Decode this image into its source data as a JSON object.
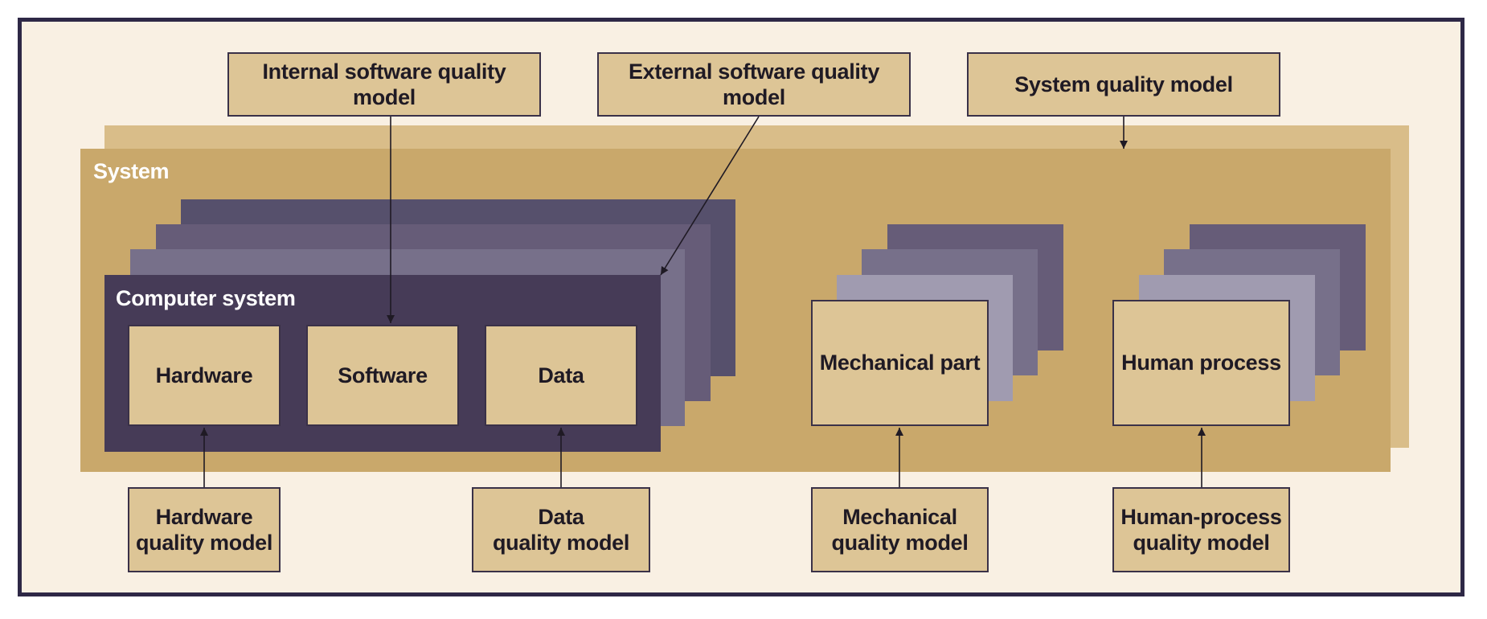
{
  "top_models": {
    "internal": "Internal software quality model",
    "external": "External software quality model",
    "system": "System quality model"
  },
  "system_label": "System",
  "computer_system": {
    "label": "Computer system",
    "hardware": "Hardware",
    "software": "Software",
    "data": "Data"
  },
  "mechanical_part": "Mechanical part",
  "human_process": "Human process",
  "bottom_models": {
    "hardware": {
      "line1": "Hardware",
      "line2": "quality model"
    },
    "data": {
      "line1": "Data",
      "line2": "quality model"
    },
    "mechanical": {
      "line1": "Mechanical",
      "line2": "quality model"
    },
    "human": {
      "line1": "Human-process",
      "line2": "quality model"
    }
  },
  "colors": {
    "frame_background": "#f9f0e3",
    "frame_border": "#2e2846",
    "system_back": "#d9bd89",
    "system_front": "#c9a86b",
    "box_fill": "#ddc596",
    "computer_system": "#463b57",
    "stack_dark": "#56506c",
    "stack_mid": "#665c78",
    "stack_light": "#77708a",
    "stack_lighter": "#a09bb0"
  }
}
